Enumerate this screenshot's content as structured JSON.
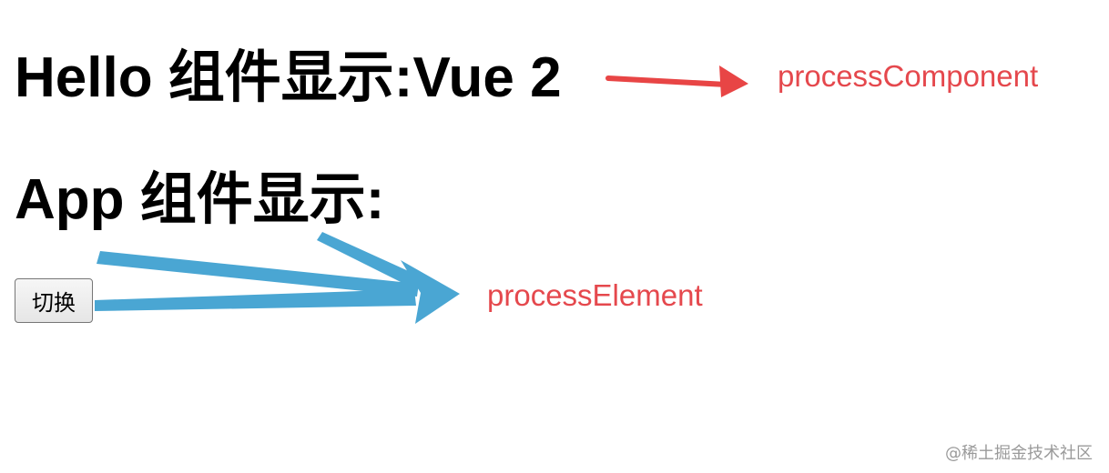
{
  "hello": {
    "heading": "Hello 组件显示:Vue 2"
  },
  "app": {
    "heading": "App 组件显示:",
    "toggle_label": "切换"
  },
  "annotations": {
    "component_label": "processComponent",
    "element_label": "processElement",
    "label_color": "#e5484d",
    "red_arrow_color": "#e84545",
    "blue_arrow_color": "#4aa6d3"
  },
  "watermark": {
    "text": "@稀土掘金技术社区"
  }
}
